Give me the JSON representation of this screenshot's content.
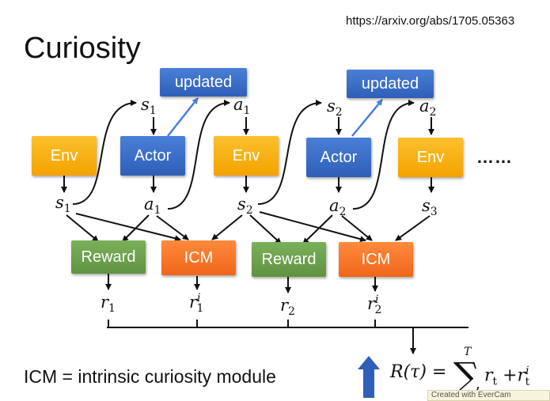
{
  "url": "https://arxiv.org/abs/1705.05363",
  "title": "Curiosity",
  "boxes": {
    "env": "Env",
    "actor": "Actor",
    "updated": "updated",
    "reward": "Reward",
    "icm": "ICM"
  },
  "vars": {
    "s": "s",
    "a": "a",
    "r": "r",
    "sub1": "1",
    "sub2": "2",
    "sub3": "3",
    "sup_i": "i"
  },
  "ellipsis": "……",
  "legend": "ICM = intrinsic curiosity module",
  "formula": {
    "lhs": "R(τ) = ",
    "sigma": "∑",
    "upper": "T",
    "term1": "r",
    "sub_t": "t",
    "plus": " +r",
    "sup_i": "i"
  },
  "watermark": "Created with EverCam",
  "colors": {
    "env": "#f4a300",
    "actor": "#2f5fb8",
    "reward": "#5f9341",
    "icm": "#f0661a",
    "up_arrow": "#2f5fb8"
  }
}
